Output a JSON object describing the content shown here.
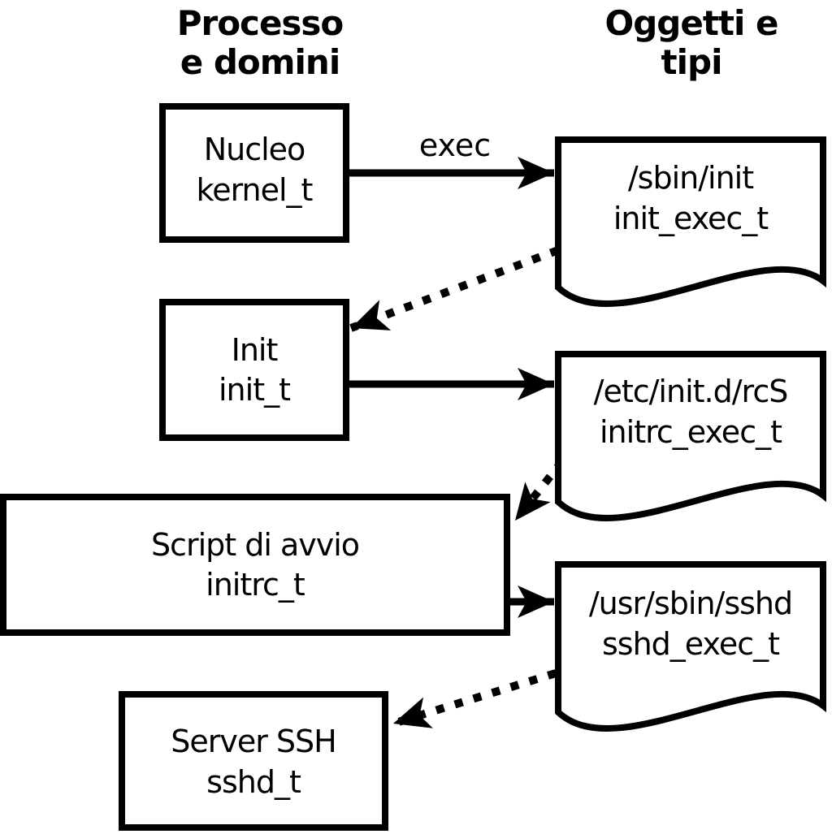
{
  "title_columns": {
    "left_line1": "Processo",
    "left_line2": "e domini",
    "right_line1": "Oggetti e",
    "right_line2": "tipi"
  },
  "processes": [
    {
      "label": "Nucleo",
      "domain": "kernel_t"
    },
    {
      "label": "Init",
      "domain": "init_t"
    },
    {
      "label": "Script di avvio",
      "domain": "initrc_t"
    },
    {
      "label": "Server SSH",
      "domain": "sshd_t"
    }
  ],
  "objects": [
    {
      "path": "/sbin/init",
      "type": "init_exec_t"
    },
    {
      "path": "/etc/init.d/rcS",
      "type": "initrc_exec_t"
    },
    {
      "path": "/usr/sbin/sshd",
      "type": "sshd_exec_t"
    }
  ],
  "edges": {
    "exec_label": "exec"
  },
  "colors": {
    "ink": "#000000",
    "paper": "#ffffff"
  }
}
